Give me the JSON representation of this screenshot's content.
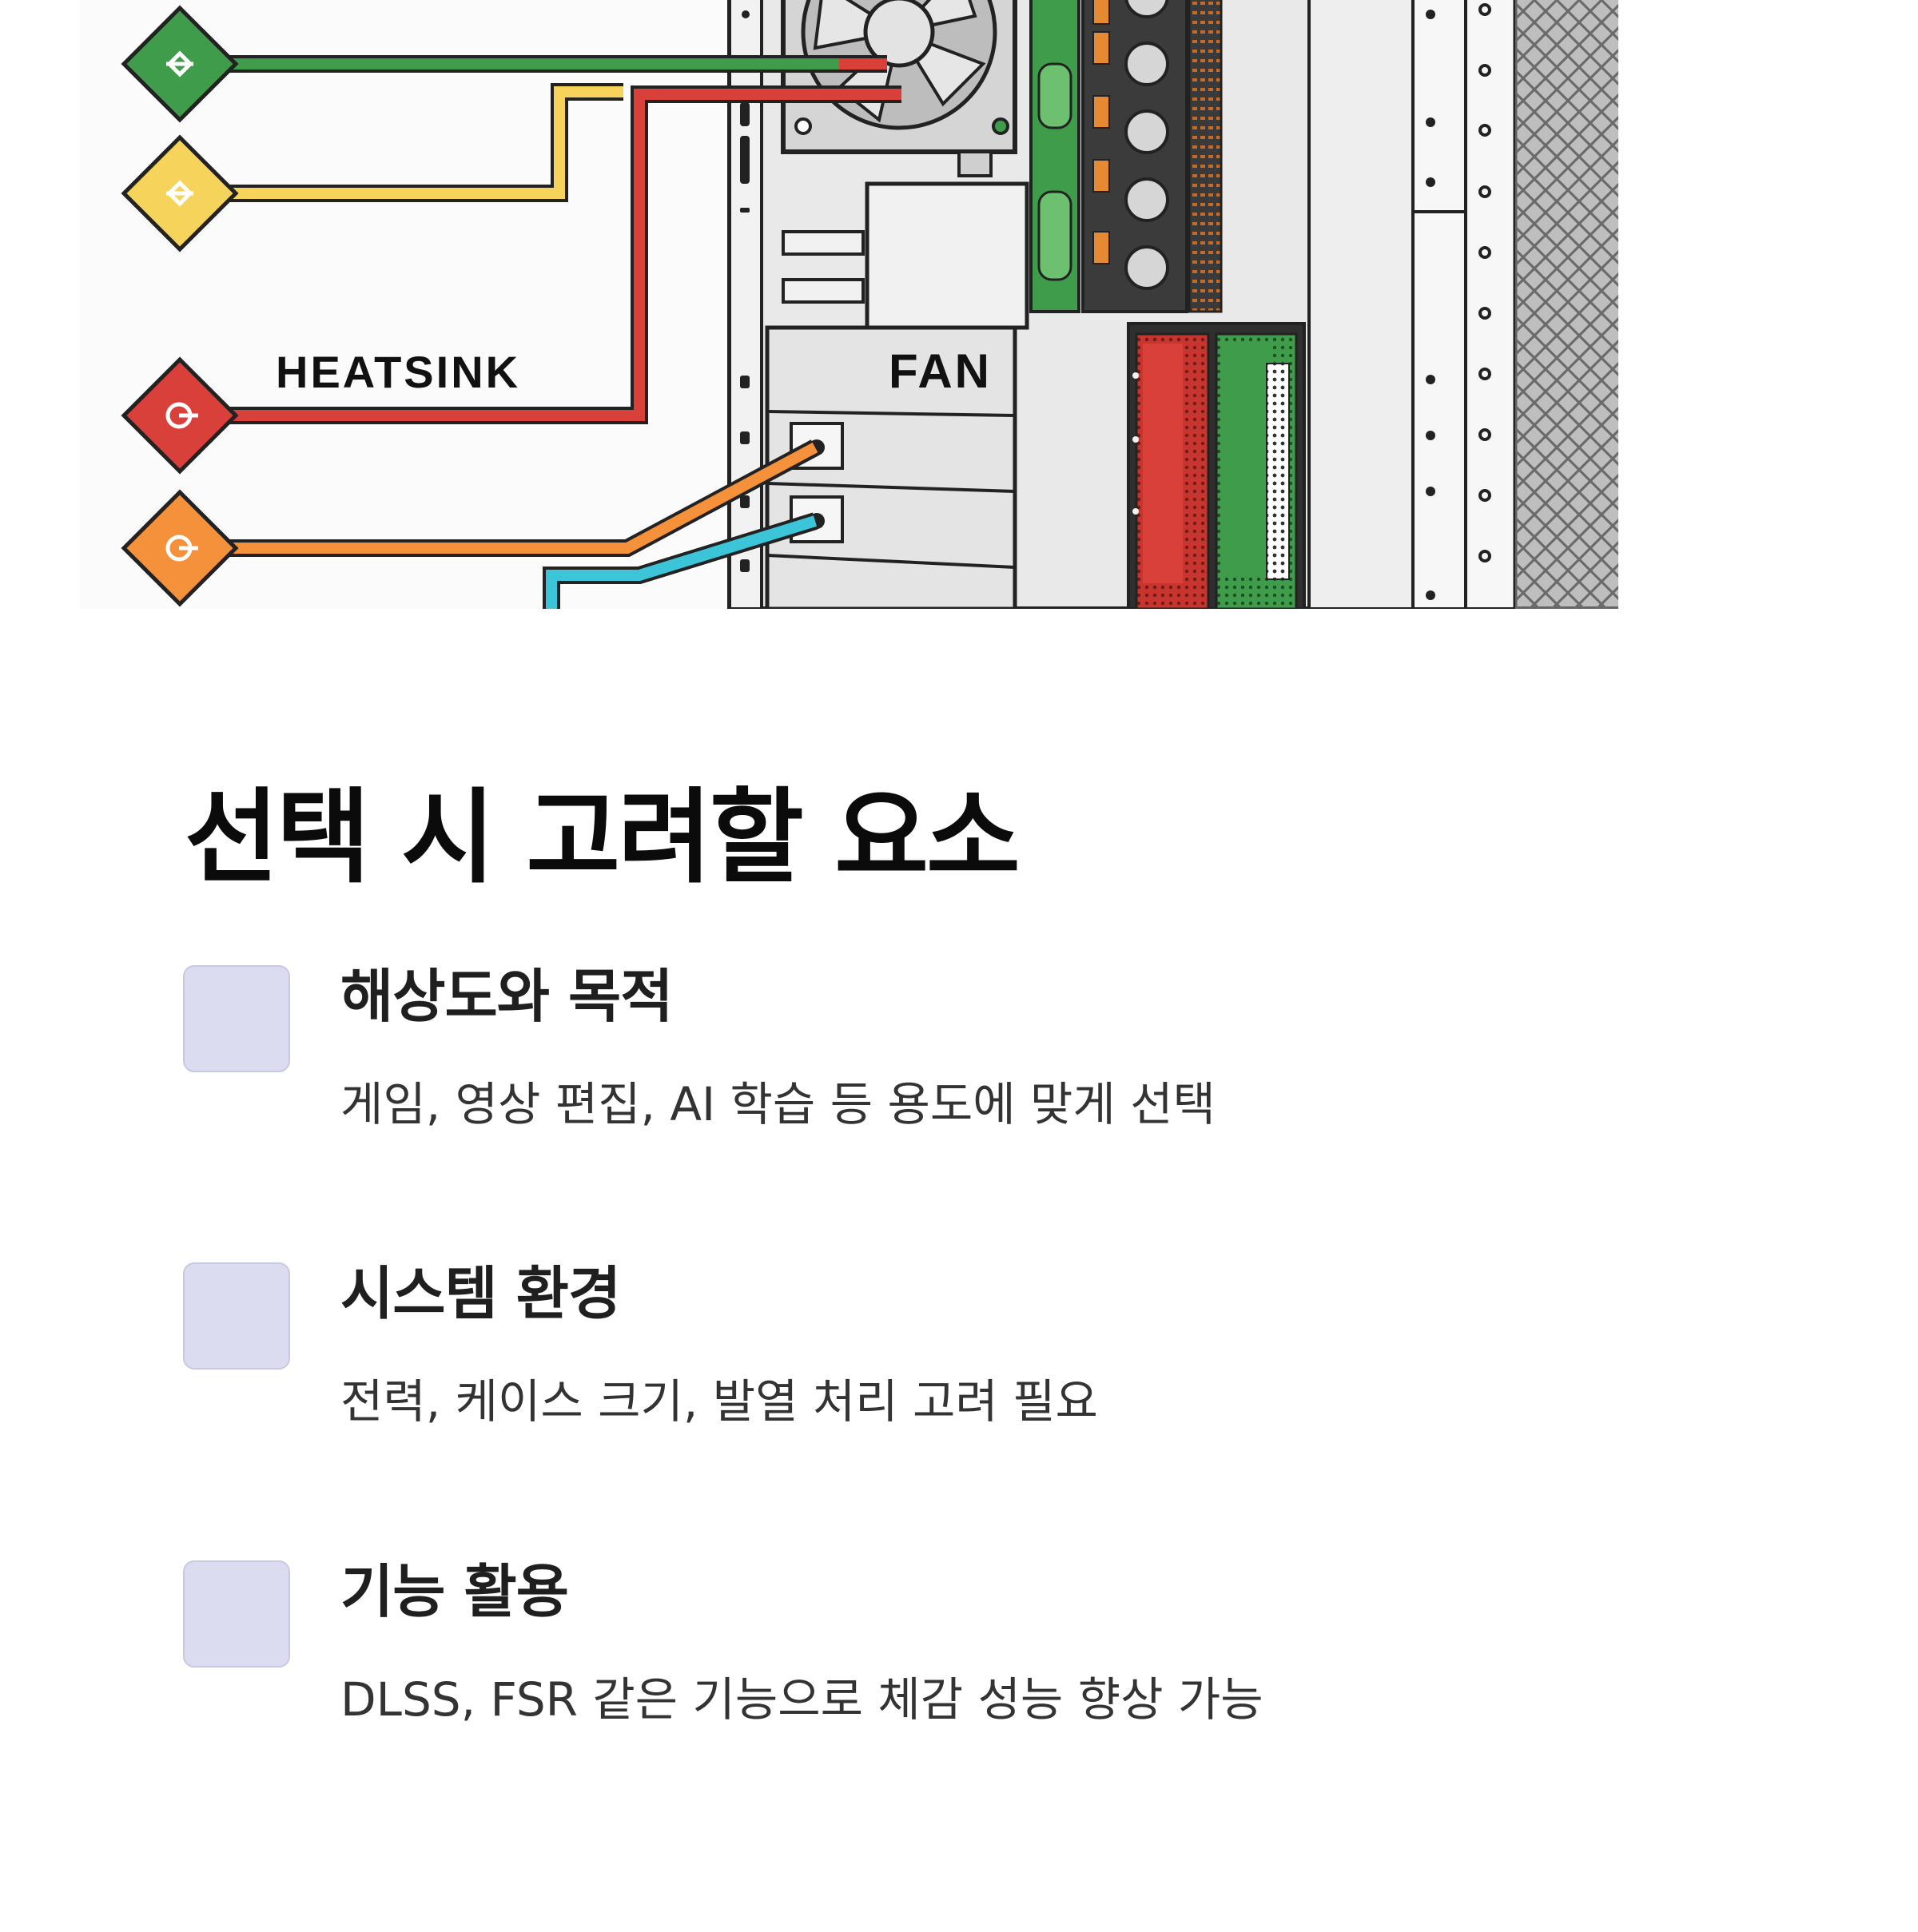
{
  "illustration": {
    "labels": {
      "heatsink": "HEATSINK",
      "fan": "FAN"
    },
    "colors": {
      "green": "#3f9c4a",
      "yellow": "#f6d35a",
      "red": "#d9403a",
      "orange": "#f4913a",
      "cyan": "#3cc4d8",
      "gray": "#9a9a9a"
    }
  },
  "section": {
    "title": "선택 시 고려할 요소"
  },
  "items": [
    {
      "icon": "square-icon",
      "title": "해상도와 목적",
      "desc": "게임, 영상 편집, AI 학습 등 용도에 맞게 선택"
    },
    {
      "icon": "square-icon",
      "title": "시스템 환경",
      "desc": "전력, 케이스 크기, 발열 처리 고려 필요"
    },
    {
      "icon": "square-icon",
      "title": "기능 활용",
      "desc": "DLSS, FSR 같은 기능으로 체감 성능 향상 가능"
    }
  ]
}
